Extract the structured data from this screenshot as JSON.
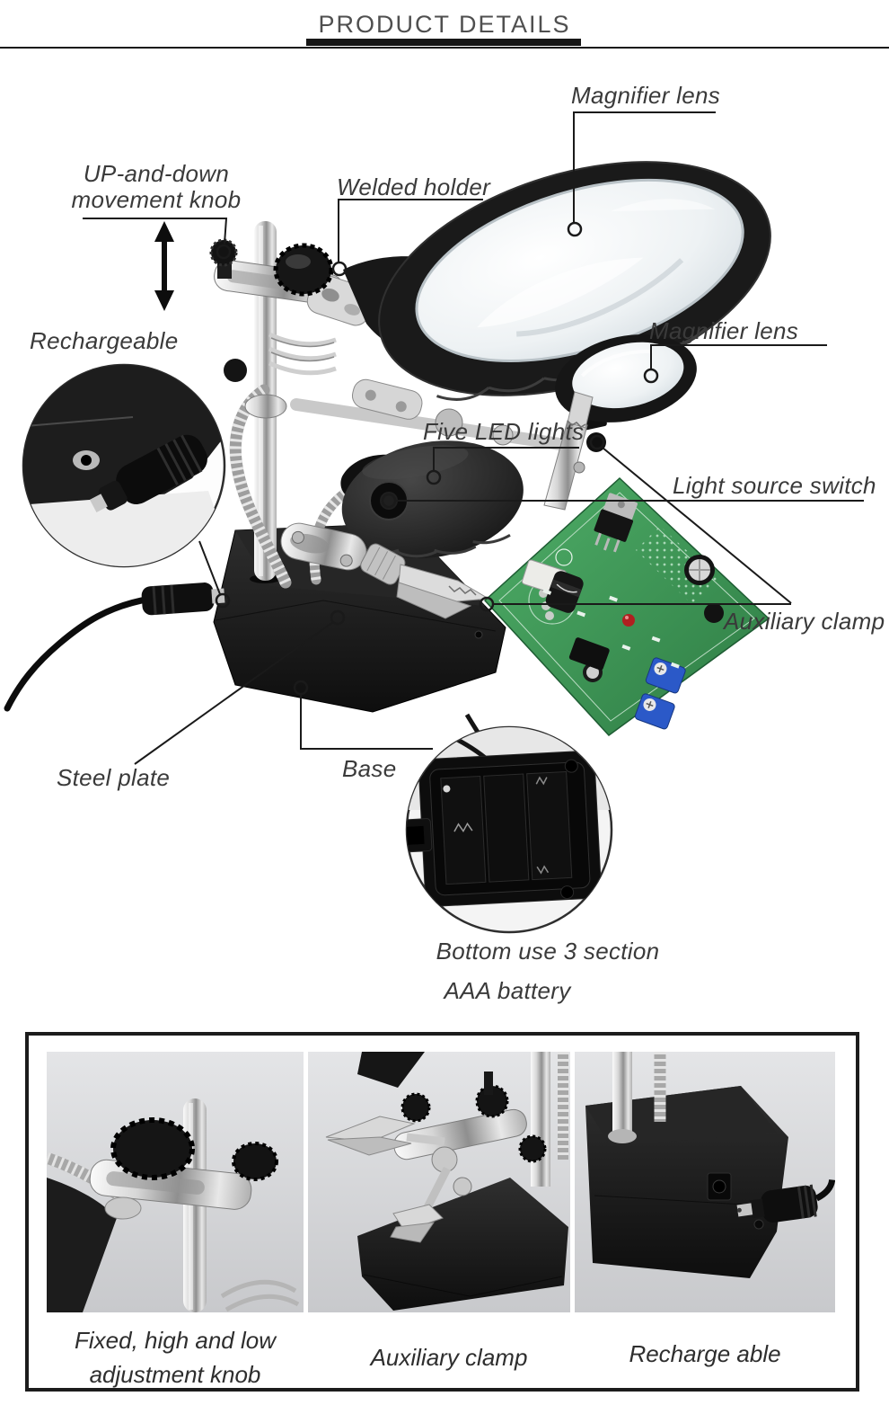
{
  "header": {
    "title": "PRODUCT DETAILS"
  },
  "callouts": {
    "magnifier_lens_top": {
      "label": "Magnifier lens"
    },
    "up_down_knob": {
      "line1": "UP-and-down",
      "line2": "movement knob"
    },
    "welded_holder": {
      "label": "Welded holder"
    },
    "rechargeable": {
      "label": "Rechargeable"
    },
    "magnifier_lens_side": {
      "label": "Magnifier lens"
    },
    "five_led_lights": {
      "label": "Five LED lights"
    },
    "light_source_switch": {
      "label": "Light source switch"
    },
    "auxiliary_clamp": {
      "label": "Auxiliary clamp"
    },
    "steel_plate": {
      "label": "Steel plate"
    },
    "base": {
      "label": "Base"
    },
    "battery_note": {
      "line1": "Bottom use 3 section",
      "line2": "AAA battery"
    }
  },
  "bottom_gallery": {
    "captions": [
      {
        "lines": [
          "Fixed, high and low",
          "adjustment knob"
        ]
      },
      {
        "lines": [
          "Auxiliary clamp"
        ]
      },
      {
        "lines": [
          "Recharge able"
        ]
      }
    ]
  },
  "colors": {
    "label_text": "#3a3a3a",
    "callout_line": "#1a1a1a",
    "pcb_green": "#3f9e57",
    "trimpot_blue": "#2b59c8",
    "led_red": "#b02020",
    "lens_glass": "#e9edf0",
    "base_black": "#1b1b1b",
    "photo_bg": "#dcdee0"
  }
}
